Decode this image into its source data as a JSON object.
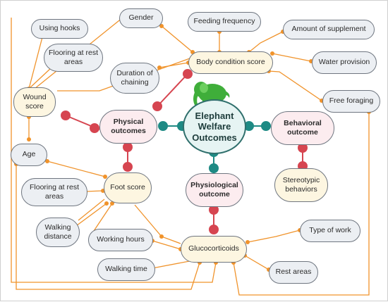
{
  "colors": {
    "connector_orange": "#f0932b",
    "connector_red": "#d64550",
    "connector_teal": "#1e8a84",
    "elephant_green": "#3fae3a"
  },
  "central": {
    "label": "Elephant Welfare Outcomes",
    "icon": "elephant-icon"
  },
  "outcomes": {
    "physical": "Physical outcomes",
    "behavioral": "Behavioral outcome",
    "physiological": "Physiological outcome"
  },
  "scores": {
    "body_condition": "Body condition score",
    "wound": "Wound score",
    "foot": "Foot score",
    "glucocorticoids": "Glucocorticoids",
    "stereotypic": "Stereotypic behaviors"
  },
  "factors": {
    "using_hooks": "Using hooks",
    "gender": "Gender",
    "feeding_frequency": "Feeding frequency",
    "amount_of_supplement": "Amount of supplement",
    "flooring_rest_areas_top": "Flooring at rest areas",
    "water_provision": "Water provision",
    "duration_of_chaining": "Duration of chaining",
    "free_foraging": "Free foraging",
    "age": "Age",
    "flooring_rest_areas_bottom": "Flooring at rest areas",
    "walking_distance": "Walking distance",
    "working_hours": "Working hours",
    "type_of_work": "Type of work",
    "walking_time": "Walking time",
    "rest_areas": "Rest areas"
  }
}
